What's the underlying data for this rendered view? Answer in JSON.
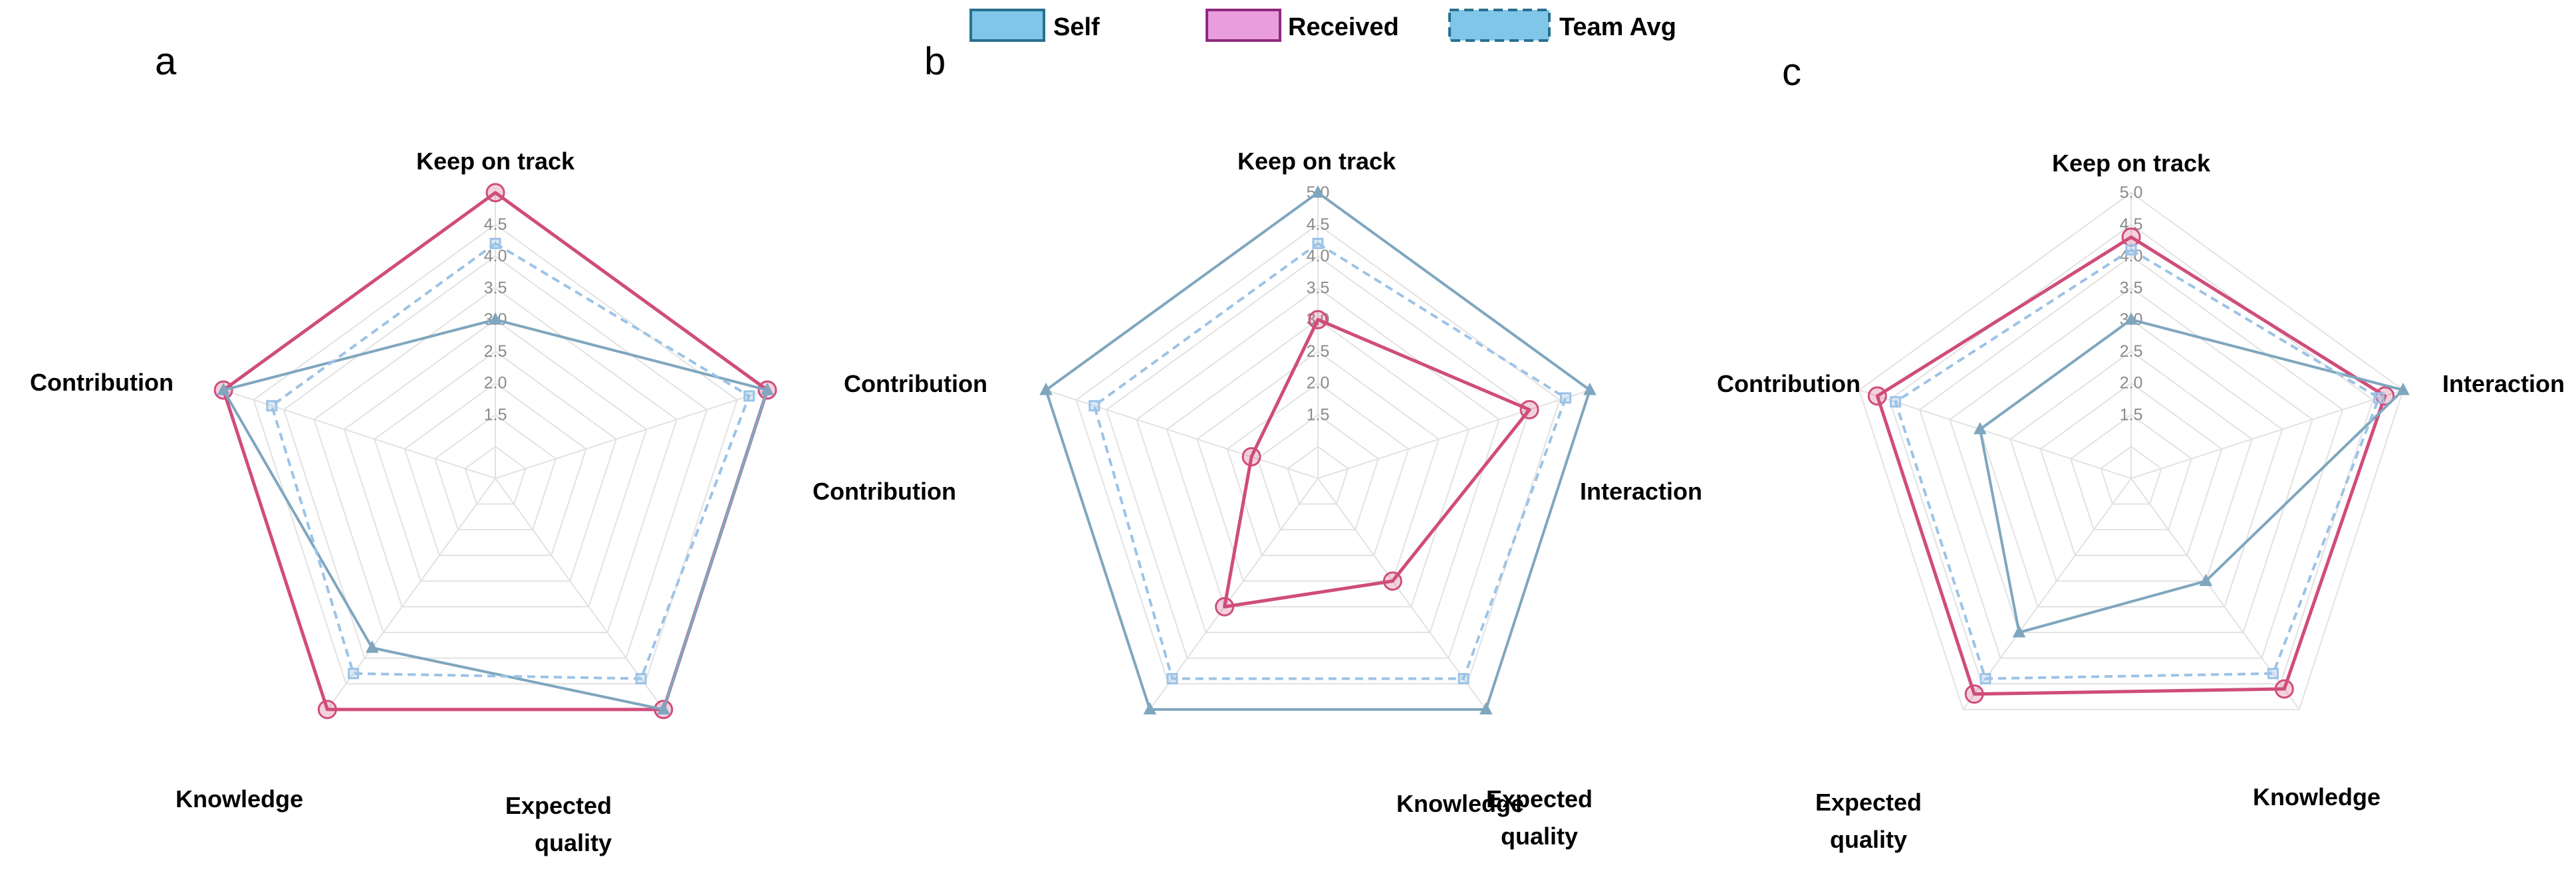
{
  "legend": [
    {
      "name": "Self",
      "fill": "#7fc6e8",
      "stroke": "#2a6f8f",
      "dashed": false
    },
    {
      "name": "Received",
      "fill": "#e99ddd",
      "stroke": "#8f2a7f",
      "dashed": false
    },
    {
      "name": "Team Avg",
      "fill": "#7fc6e8",
      "stroke": "#2a6f8f",
      "dashed": true
    }
  ],
  "colors": {
    "self": "#7fa6be",
    "received": "#cf4d7b",
    "team_avg": "#9cc3e6",
    "grid": "#e2e2e2"
  },
  "chart_data": [
    {
      "type": "radar",
      "panel": "a",
      "axes": [
        "Keep on track",
        "Contribution",
        "Expected quality",
        "Knowledge",
        "Contribution"
      ],
      "axis_labels": [
        "Keep on track",
        "Contribution",
        "Expected\nquality",
        "Knowledge",
        "Contribution"
      ],
      "ticks": [
        "1.5",
        "2.0",
        "2.5",
        "3.0",
        "3.5",
        "4.0",
        "4.5"
      ],
      "range": [
        0.5,
        5.0
      ],
      "series": [
        {
          "name": "Received",
          "values": [
            5.0,
            5.0,
            5.0,
            5.0,
            5.0
          ]
        },
        {
          "name": "Self",
          "values": [
            3.0,
            5.0,
            5.0,
            3.8,
            5.0
          ]
        },
        {
          "name": "Team Avg",
          "values": [
            4.2,
            4.7,
            4.4,
            4.3,
            4.2
          ]
        }
      ]
    },
    {
      "type": "radar",
      "panel": "b",
      "axes": [
        "Keep on track",
        "Contribution",
        "Knowledge",
        "Expected quality",
        "Interaction"
      ],
      "axis_labels": [
        "Keep on track",
        "Contribution",
        "Knowledge",
        "Expected\nquality",
        "Interaction"
      ],
      "ticks": [
        "1.5",
        "2.0",
        "2.5",
        "3.0",
        "3.5",
        "4.0",
        "4.5",
        "5.0"
      ],
      "range": [
        0.5,
        5.0
      ],
      "series": [
        {
          "name": "Self",
          "values": [
            5.0,
            5.0,
            5.0,
            5.0,
            5.0
          ]
        },
        {
          "name": "Received",
          "values": [
            3.0,
            4.0,
            2.5,
            3.0,
            1.6
          ]
        },
        {
          "name": "Team Avg",
          "values": [
            4.2,
            4.6,
            4.4,
            4.4,
            4.2
          ]
        }
      ]
    },
    {
      "type": "radar",
      "panel": "c",
      "axes": [
        "Keep on track",
        "Interaction",
        "Knowledge",
        "Expected quality",
        "Contribution"
      ],
      "axis_labels": [
        "Keep on track",
        "Interaction",
        "Knowledge",
        "Expected\nquality",
        "Contribution"
      ],
      "ticks": [
        "1.5",
        "2.0",
        "2.5",
        "3.0",
        "3.5",
        "4.0",
        "4.5",
        "5.0"
      ],
      "range": [
        0.5,
        5.0
      ],
      "series": [
        {
          "name": "Received",
          "values": [
            4.3,
            4.7,
            4.6,
            4.7,
            4.7
          ]
        },
        {
          "name": "Self",
          "values": [
            3.0,
            5.0,
            2.5,
            3.5,
            3.0
          ]
        },
        {
          "name": "Team Avg",
          "values": [
            4.1,
            4.6,
            4.3,
            4.4,
            4.4
          ]
        }
      ]
    }
  ]
}
